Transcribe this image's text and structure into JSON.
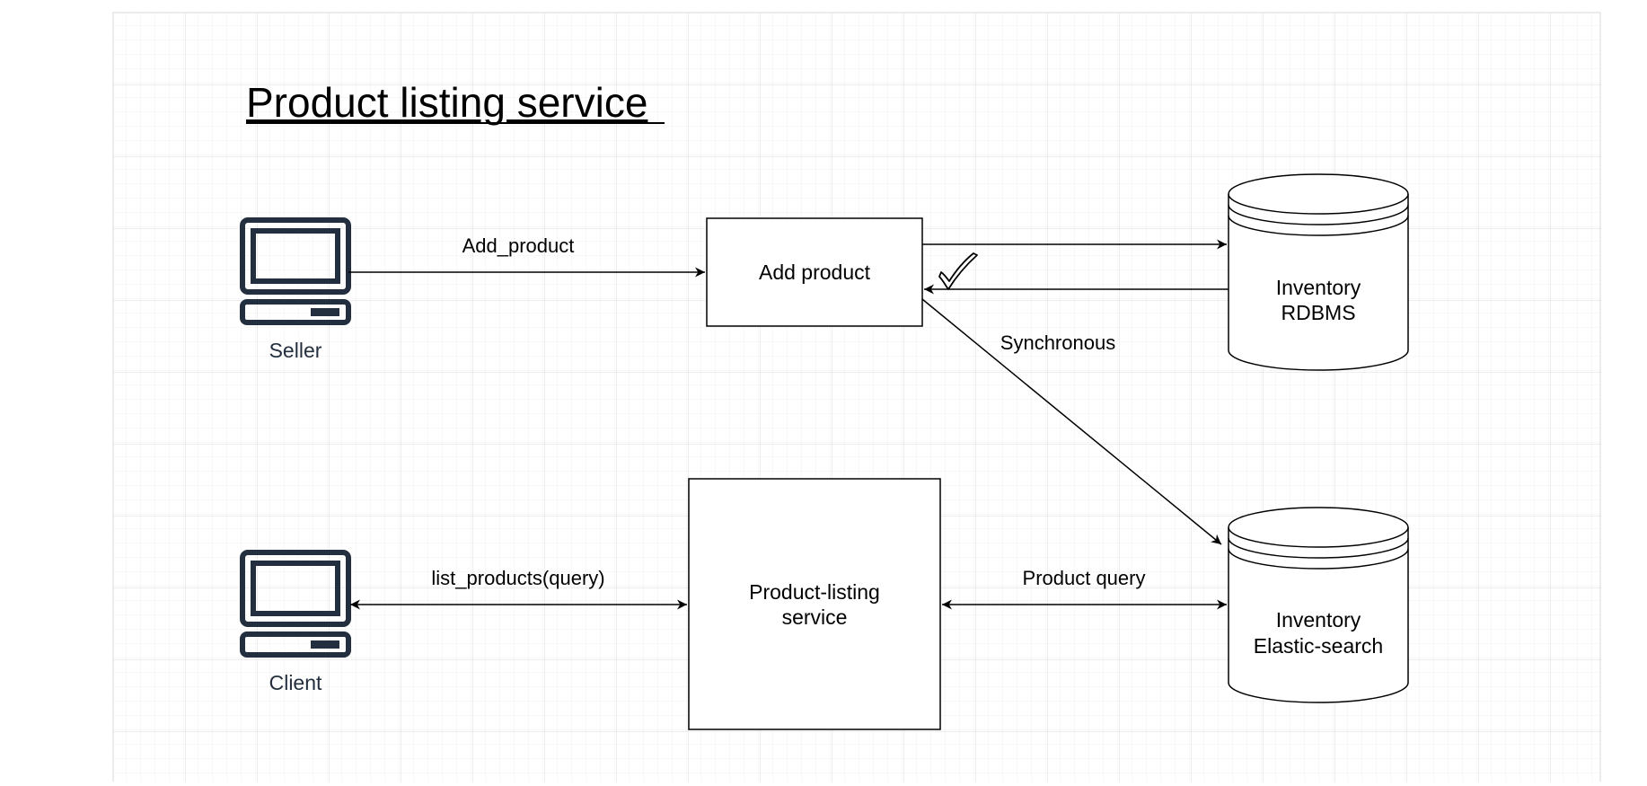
{
  "diagram": {
    "title": "Product listing service",
    "actors": {
      "seller": {
        "label": "Seller",
        "icon": "desktop-computer-icon"
      },
      "client": {
        "label": "Client",
        "icon": "desktop-computer-icon"
      }
    },
    "services": {
      "add_product": {
        "label": "Add product"
      },
      "product_listing": {
        "line1": "Product-listing",
        "line2": "service"
      }
    },
    "databases": {
      "rdbms": {
        "line1": "Inventory",
        "line2": "RDBMS"
      },
      "elastic": {
        "line1": "Inventory",
        "line2": "Elastic-search"
      }
    },
    "edges": {
      "add_product_call": "Add_product",
      "synchronous": "Synchronous",
      "list_products_call": "list_products(query)",
      "product_query": "Product query"
    },
    "annotations": {
      "ack_check_icon": "checkmark-icon"
    },
    "colors": {
      "line": "#000000",
      "icon": "#232f3e",
      "grid_minor": "#f0f0f0",
      "grid_major": "#dcdcdc"
    }
  }
}
